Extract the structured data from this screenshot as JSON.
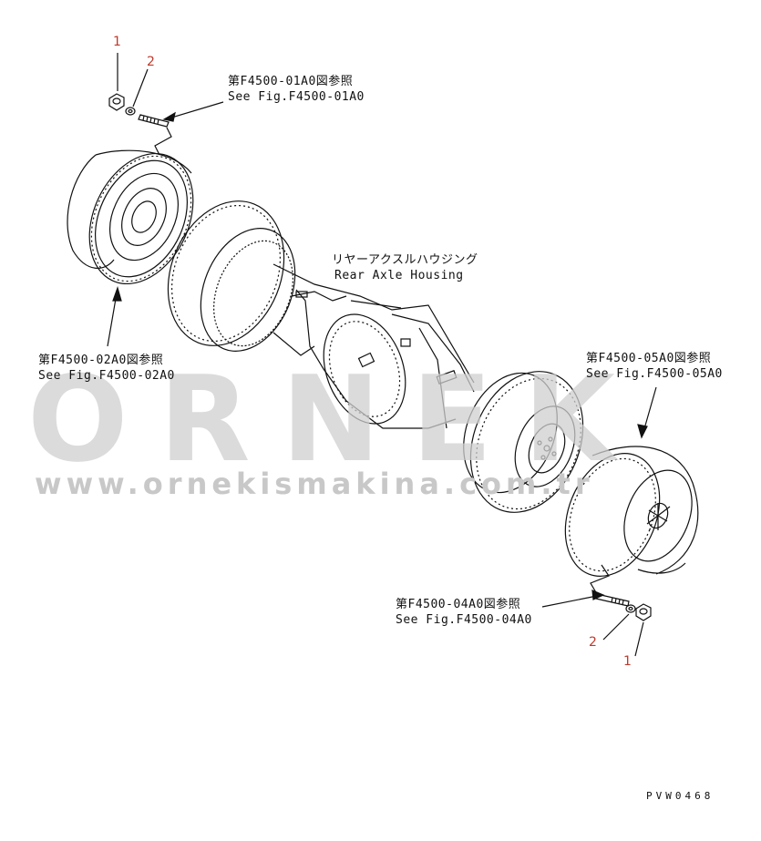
{
  "labels": {
    "ref_01_jp": "第F4500-01A0図参照",
    "ref_01_en": "See Fig.F4500-01A0",
    "ref_02_jp": "第F4500-02A0図参照",
    "ref_02_en": "See Fig.F4500-02A0",
    "ref_05_jp": "第F4500-05A0図参照",
    "ref_05_en": "See Fig.F4500-05A0",
    "ref_04_jp": "第F4500-04A0図参照",
    "ref_04_en": "See Fig.F4500-04A0",
    "housing_jp": "リヤーアクスルハウジング",
    "housing_en": "Rear Axle Housing"
  },
  "callouts": {
    "top_1": "1",
    "top_2": "2",
    "bottom_2": "2",
    "bottom_1": "1"
  },
  "watermark": {
    "brand": "ORNEK",
    "url": "www.ornekismakina.com.tr"
  },
  "drawing_code": "PVW0468",
  "colors": {
    "line": "#111111",
    "callout": "#c0392b",
    "watermark": "#c8c8c8",
    "watermark_accent": "#f2c94c"
  }
}
